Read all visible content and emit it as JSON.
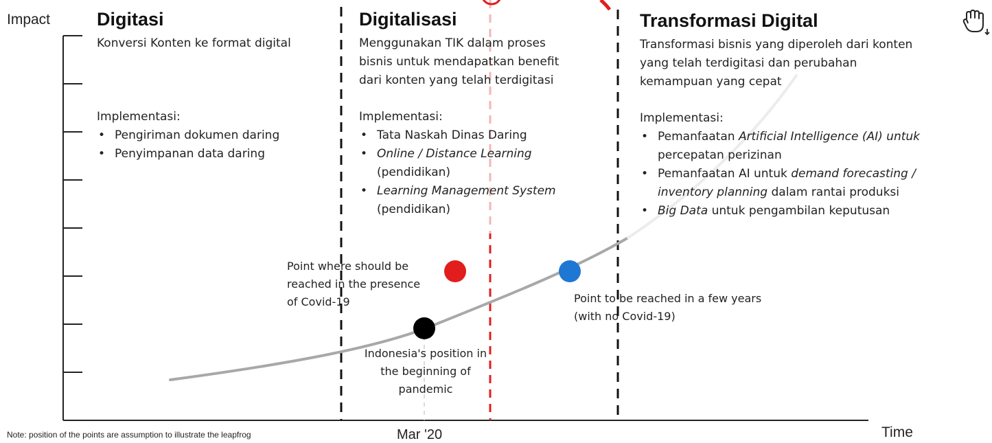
{
  "axis": {
    "y_label": "Impact",
    "x_label": "Time",
    "x_tick": "Mar '20"
  },
  "note": "Note: position of the points are assumption to illustrate the leapfrog",
  "columns": {
    "digitasi": {
      "title": "Digitasi",
      "desc": "Konversi Konten ke format digital",
      "impl_title": "Implementasi:",
      "items": [
        "Pengiriman dokumen daring",
        "Penyimpanan data daring"
      ]
    },
    "digitalisasi": {
      "title": "Digitalisasi",
      "desc": [
        "Menggunakan TIK dalam proses",
        "bisnis untuk mendapatkan benefit",
        "dari konten yang telah terdigitasi"
      ],
      "impl_title": "Implementasi:",
      "item1": "Tata Naskah Dinas Daring",
      "item2_italic": "Online / Distance Learning",
      "item2_rest": "(pendidikan)",
      "item3_italic": "Learning Management System",
      "item3_rest": "(pendidikan)"
    },
    "transformasi": {
      "title": "Transformasi Digital",
      "desc": [
        "Transformasi bisnis yang diperoleh dari konten",
        "yang telah terdigitasi dan perubahan",
        "kemampuan yang cepat"
      ],
      "impl_title": "Implementasi:",
      "item1_a": "Pemanfaatan ",
      "item1_italic": "Artificial Intelligence (AI) untuk",
      "item1_b": "percepatan perizinan",
      "item2_a": "Pemanfaatan AI untuk ",
      "item2_italic": "demand forecasting /",
      "item2_italic_b": "inventory planning",
      "item2_b": " dalam rantai produksi",
      "item3_italic": "Big Data",
      "item3_b": " untuk pengambilan keputusan"
    }
  },
  "points": {
    "red": {
      "label": [
        "Point where should be",
        "reached in the presence",
        "of Covid-19"
      ],
      "color": "#e11d1d"
    },
    "blue": {
      "label": [
        "Point to be reached in a few years",
        "(with no Covid-19)"
      ],
      "color": "#1f77d4"
    },
    "black": {
      "label": [
        "Indonesia's position in",
        "the beginning of",
        "pandemic"
      ],
      "color": "#000000"
    }
  },
  "cursor_icon": "hand-grab-icon"
}
